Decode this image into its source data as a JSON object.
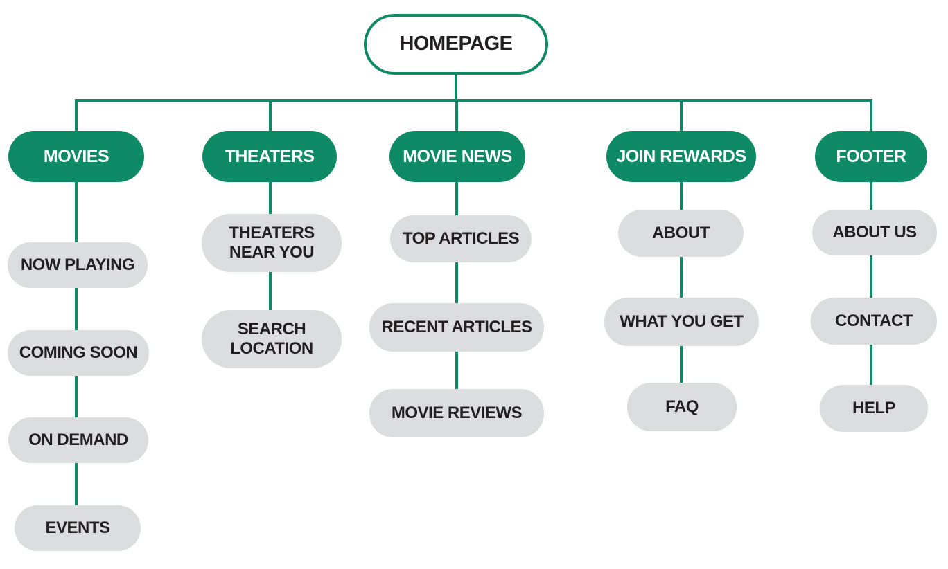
{
  "diagram": {
    "type": "sitemap",
    "colors": {
      "accent_green": "#0F8A66",
      "node_gray": "#DCDDDE",
      "text_dark": "#231F20",
      "text_light": "#FFFFFF"
    },
    "root": {
      "label": "HOMEPAGE"
    },
    "columns": [
      {
        "parent": {
          "label": "MOVIES"
        },
        "children": [
          {
            "label": "NOW PLAYING"
          },
          {
            "label": "COMING SOON"
          },
          {
            "label": "ON DEMAND"
          },
          {
            "label": "EVENTS"
          }
        ]
      },
      {
        "parent": {
          "label": "THEATERS"
        },
        "children": [
          {
            "label": "THEATERS NEAR YOU"
          },
          {
            "label": "SEARCH LOCATION"
          }
        ]
      },
      {
        "parent": {
          "label": "MOVIE NEWS"
        },
        "children": [
          {
            "label": "TOP ARTICLES"
          },
          {
            "label": "RECENT ARTICLES"
          },
          {
            "label": "MOVIE REVIEWS"
          }
        ]
      },
      {
        "parent": {
          "label": "JOIN REWARDS"
        },
        "children": [
          {
            "label": "ABOUT"
          },
          {
            "label": "WHAT YOU GET"
          },
          {
            "label": "FAQ"
          }
        ]
      },
      {
        "parent": {
          "label": "FOOTER"
        },
        "children": [
          {
            "label": "ABOUT US"
          },
          {
            "label": "CONTACT"
          },
          {
            "label": "HELP"
          }
        ]
      }
    ]
  }
}
